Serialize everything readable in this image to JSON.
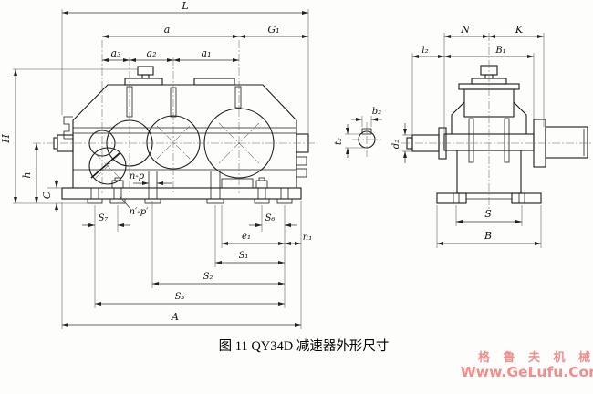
{
  "caption": "图 11 QY34D 减速器外形尺寸",
  "watermark": {
    "company": "格 鲁 夫 机 械",
    "url": "Www.GeLufu.Com",
    "color": "#f08e8e"
  },
  "front_view": {
    "labels": {
      "L": "L",
      "a": "a",
      "G1": "G₁",
      "a3": "a₃",
      "a2": "a₂",
      "a1": "a₁",
      "H": "H",
      "h": "h",
      "C": "C",
      "n_p": "n-p",
      "n_p_prime": "n′-p′",
      "S7": "S₇",
      "S6": "S₆",
      "e1": "e₁",
      "n1": "n₁",
      "S1": "S₁",
      "S2": "S₂",
      "S3": "S₃",
      "A": "A"
    }
  },
  "shaft_detail": {
    "labels": {
      "b2": "b₂",
      "t2": "t₂"
    }
  },
  "side_view": {
    "labels": {
      "N": "N",
      "K": "K",
      "l2": "l₂",
      "B1": "B₁",
      "d2": "d₂",
      "S": "S",
      "B": "B"
    }
  }
}
